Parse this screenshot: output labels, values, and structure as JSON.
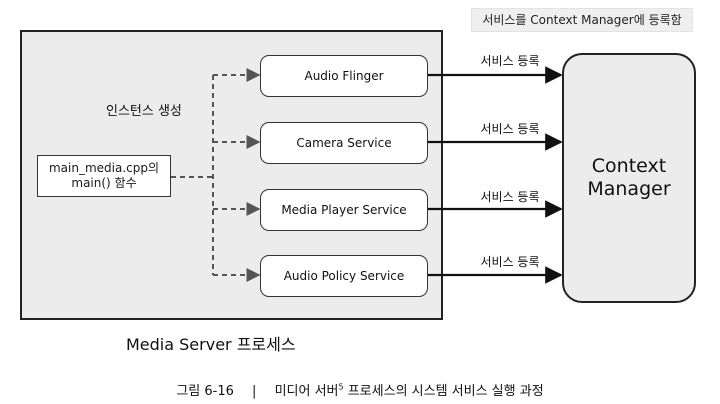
{
  "header_label": "서비스를 Context Manager에 등록함",
  "process_label": "Media Server 프로세스",
  "instance_label": "인스턴스 생성",
  "main_box": {
    "line1": "main_media.cpp의",
    "line2": "main() 함수"
  },
  "services": [
    {
      "name": "Audio Flinger",
      "arrow_label": "서비스 등록"
    },
    {
      "name": "Camera Service",
      "arrow_label": "서비스 등록"
    },
    {
      "name": "Media Player Service",
      "arrow_label": "서비스 등록"
    },
    {
      "name": "Audio Policy Service",
      "arrow_label": "서비스 등록"
    }
  ],
  "context_manager": {
    "line1": "Context",
    "line2": "Manager"
  },
  "caption": {
    "label": "그림 6-16",
    "separator": "|",
    "text_before": "미디어 서버",
    "footnote": "5",
    "text_after": " 프로세스의 시스템 서비스 실행 과정"
  },
  "colors": {
    "dashed_arrow": "#555555",
    "solid_arrow": "#111111",
    "box_fill": "#ececec"
  }
}
